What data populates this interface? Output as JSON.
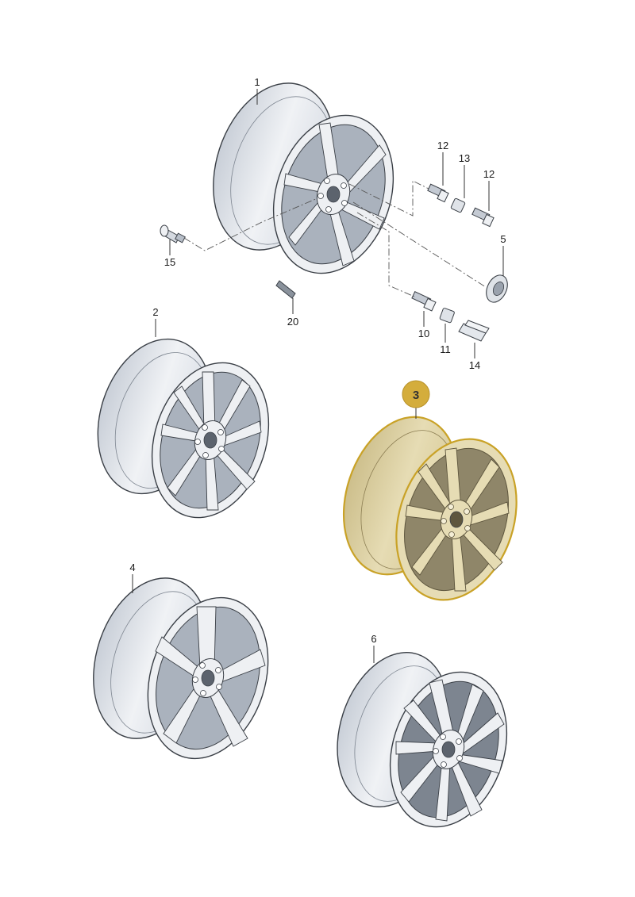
{
  "callouts": {
    "c1": "1",
    "c2": "2",
    "c3": "3",
    "c4": "4",
    "c5": "5",
    "c6": "6",
    "c10": "10",
    "c11": "11",
    "c12a": "12",
    "c12b": "12",
    "c13": "13",
    "c14": "14",
    "c15": "15",
    "c20": "20"
  },
  "highlight": {
    "part": "3",
    "fill": "#dccf9e",
    "stroke": "#c9a227",
    "badge_fill": "#d4ad3c"
  },
  "colors": {
    "wheel_fill": "#e9ecf1",
    "wheel_shade": "#c9cfd8",
    "pocket": "#aab2bd",
    "outline": "#3a3f46"
  }
}
